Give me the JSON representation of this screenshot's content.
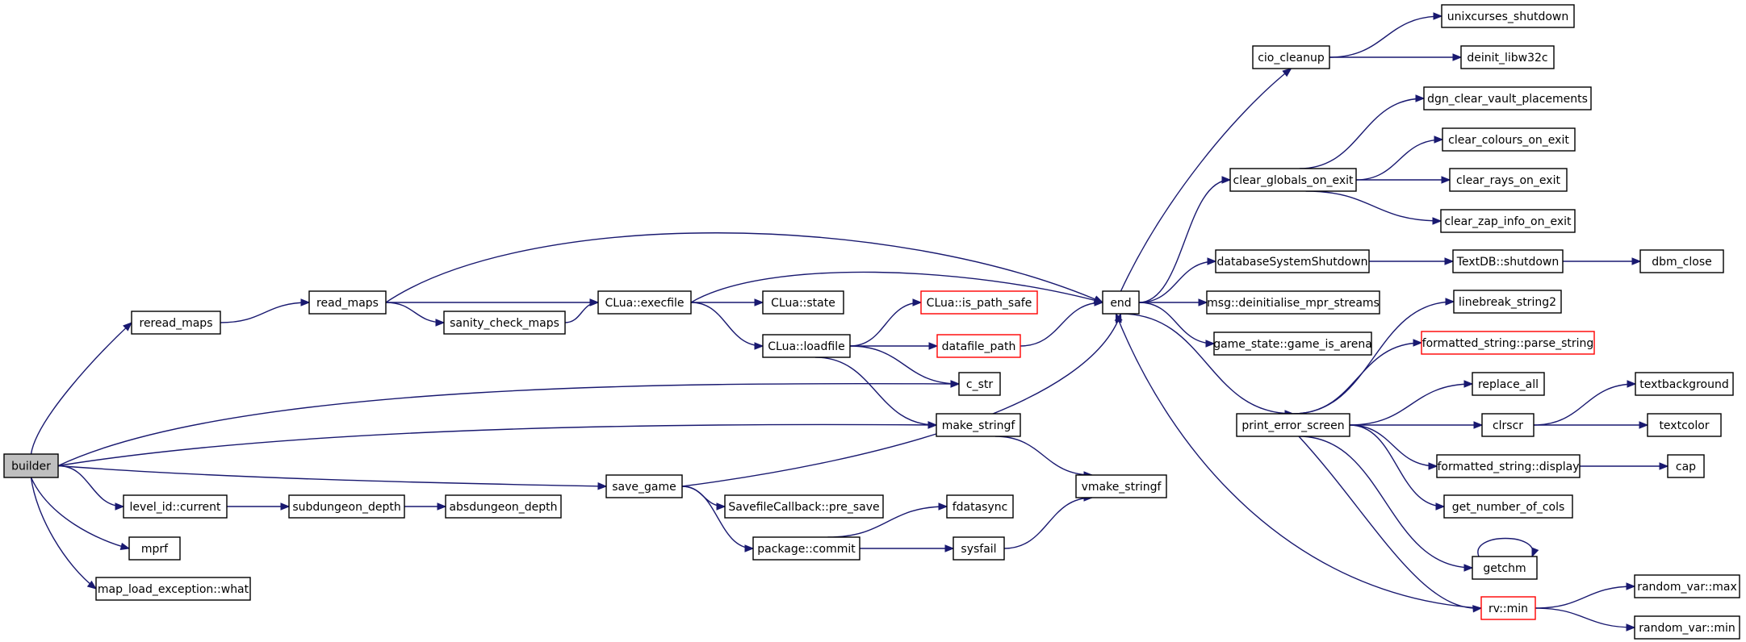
{
  "nodes": {
    "builder": {
      "label": "builder",
      "style": "root"
    },
    "reread_maps": {
      "label": "reread_maps",
      "style": "normal"
    },
    "read_maps": {
      "label": "read_maps",
      "style": "normal"
    },
    "sanity_check_maps": {
      "label": "sanity_check_maps",
      "style": "normal"
    },
    "clua_execfile": {
      "label": "CLua::execfile",
      "style": "normal"
    },
    "clua_state": {
      "label": "CLua::state",
      "style": "normal"
    },
    "clua_loadfile": {
      "label": "CLua::loadfile",
      "style": "normal"
    },
    "clua_is_path_safe": {
      "label": "CLua::is_path_safe",
      "style": "red"
    },
    "datafile_path": {
      "label": "datafile_path",
      "style": "red"
    },
    "c_str": {
      "label": "c_str",
      "style": "normal"
    },
    "make_stringf": {
      "label": "make_stringf",
      "style": "normal"
    },
    "vmake_stringf": {
      "label": "vmake_stringf",
      "style": "normal"
    },
    "save_game": {
      "label": "save_game",
      "style": "normal"
    },
    "savefile_pre_save": {
      "label": "SavefileCallback::pre_save",
      "style": "normal"
    },
    "package_commit": {
      "label": "package::commit",
      "style": "normal"
    },
    "fdatasync": {
      "label": "fdatasync",
      "style": "normal"
    },
    "sysfail": {
      "label": "sysfail",
      "style": "normal"
    },
    "level_id_current": {
      "label": "level_id::current",
      "style": "normal"
    },
    "subdungeon_depth": {
      "label": "subdungeon_depth",
      "style": "normal"
    },
    "absdungeon_depth": {
      "label": "absdungeon_depth",
      "style": "normal"
    },
    "mprf": {
      "label": "mprf",
      "style": "normal"
    },
    "map_load_exception_what": {
      "label": "map_load_exception::what",
      "style": "normal"
    },
    "end": {
      "label": "end",
      "style": "normal"
    },
    "cio_cleanup": {
      "label": "cio_cleanup",
      "style": "normal"
    },
    "unixcurses_shutdown": {
      "label": "unixcurses_shutdown",
      "style": "normal"
    },
    "deinit_libw32c": {
      "label": "deinit_libw32c",
      "style": "normal"
    },
    "clear_globals_on_exit": {
      "label": "clear_globals_on_exit",
      "style": "normal"
    },
    "dgn_clear_vault_placements": {
      "label": "dgn_clear_vault_placements",
      "style": "normal"
    },
    "clear_colours_on_exit": {
      "label": "clear_colours_on_exit",
      "style": "normal"
    },
    "clear_rays_on_exit": {
      "label": "clear_rays_on_exit",
      "style": "normal"
    },
    "clear_zap_info_on_exit": {
      "label": "clear_zap_info_on_exit",
      "style": "normal"
    },
    "database_system_shutdown": {
      "label": "databaseSystemShutdown",
      "style": "normal"
    },
    "textdb_shutdown": {
      "label": "TextDB::shutdown",
      "style": "normal"
    },
    "dbm_close": {
      "label": "dbm_close",
      "style": "normal"
    },
    "msg_deinitialise": {
      "label": "msg::deinitialise_mpr_streams",
      "style": "normal"
    },
    "game_state_is_arena": {
      "label": "game_state::game_is_arena",
      "style": "normal"
    },
    "print_error_screen": {
      "label": "print_error_screen",
      "style": "normal"
    },
    "linebreak_string2": {
      "label": "linebreak_string2",
      "style": "normal"
    },
    "fs_parse_string": {
      "label": "formatted_string::parse_string",
      "style": "red"
    },
    "replace_all": {
      "label": "replace_all",
      "style": "normal"
    },
    "clrscr": {
      "label": "clrscr",
      "style": "normal"
    },
    "textbackground": {
      "label": "textbackground",
      "style": "normal"
    },
    "textcolor": {
      "label": "textcolor",
      "style": "normal"
    },
    "fs_display": {
      "label": "formatted_string::display",
      "style": "normal"
    },
    "cap": {
      "label": "cap",
      "style": "normal"
    },
    "get_number_of_cols": {
      "label": "get_number_of_cols",
      "style": "normal"
    },
    "getchm": {
      "label": "getchm",
      "style": "normal"
    },
    "rv_min": {
      "label": "rv::min",
      "style": "red"
    },
    "random_var_max": {
      "label": "random_var::max",
      "style": "normal"
    },
    "random_var_min": {
      "label": "random_var::min",
      "style": "normal"
    }
  },
  "colors": {
    "edge": "#191970",
    "node_border": "#000000",
    "node_fill": "#ffffff",
    "root_fill": "#bfbfbf",
    "red_border": "#ff0000"
  }
}
